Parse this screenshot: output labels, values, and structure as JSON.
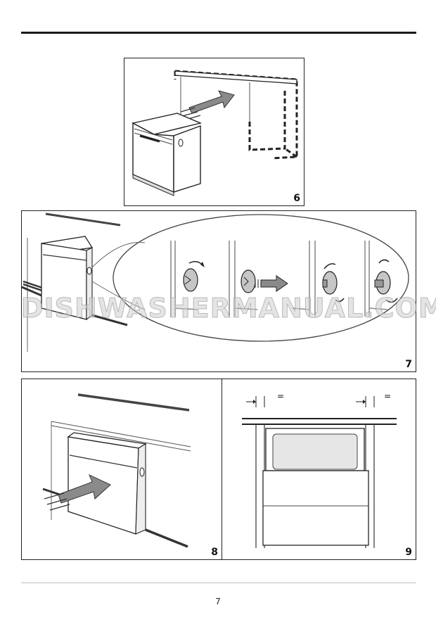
{
  "figures": {
    "fig6": {
      "number": "6"
    },
    "fig7": {
      "number": "7"
    },
    "fig8": {
      "number": "8"
    },
    "fig9": {
      "number": "9",
      "gap_symbol": "="
    }
  },
  "watermark": "DISHWASHERMANUAL.COM",
  "page_number": "7",
  "colors": {
    "line": "#1a1a1a",
    "arrow_fill": "#8a8a8a",
    "panel_gray": "#e6e6e6"
  }
}
